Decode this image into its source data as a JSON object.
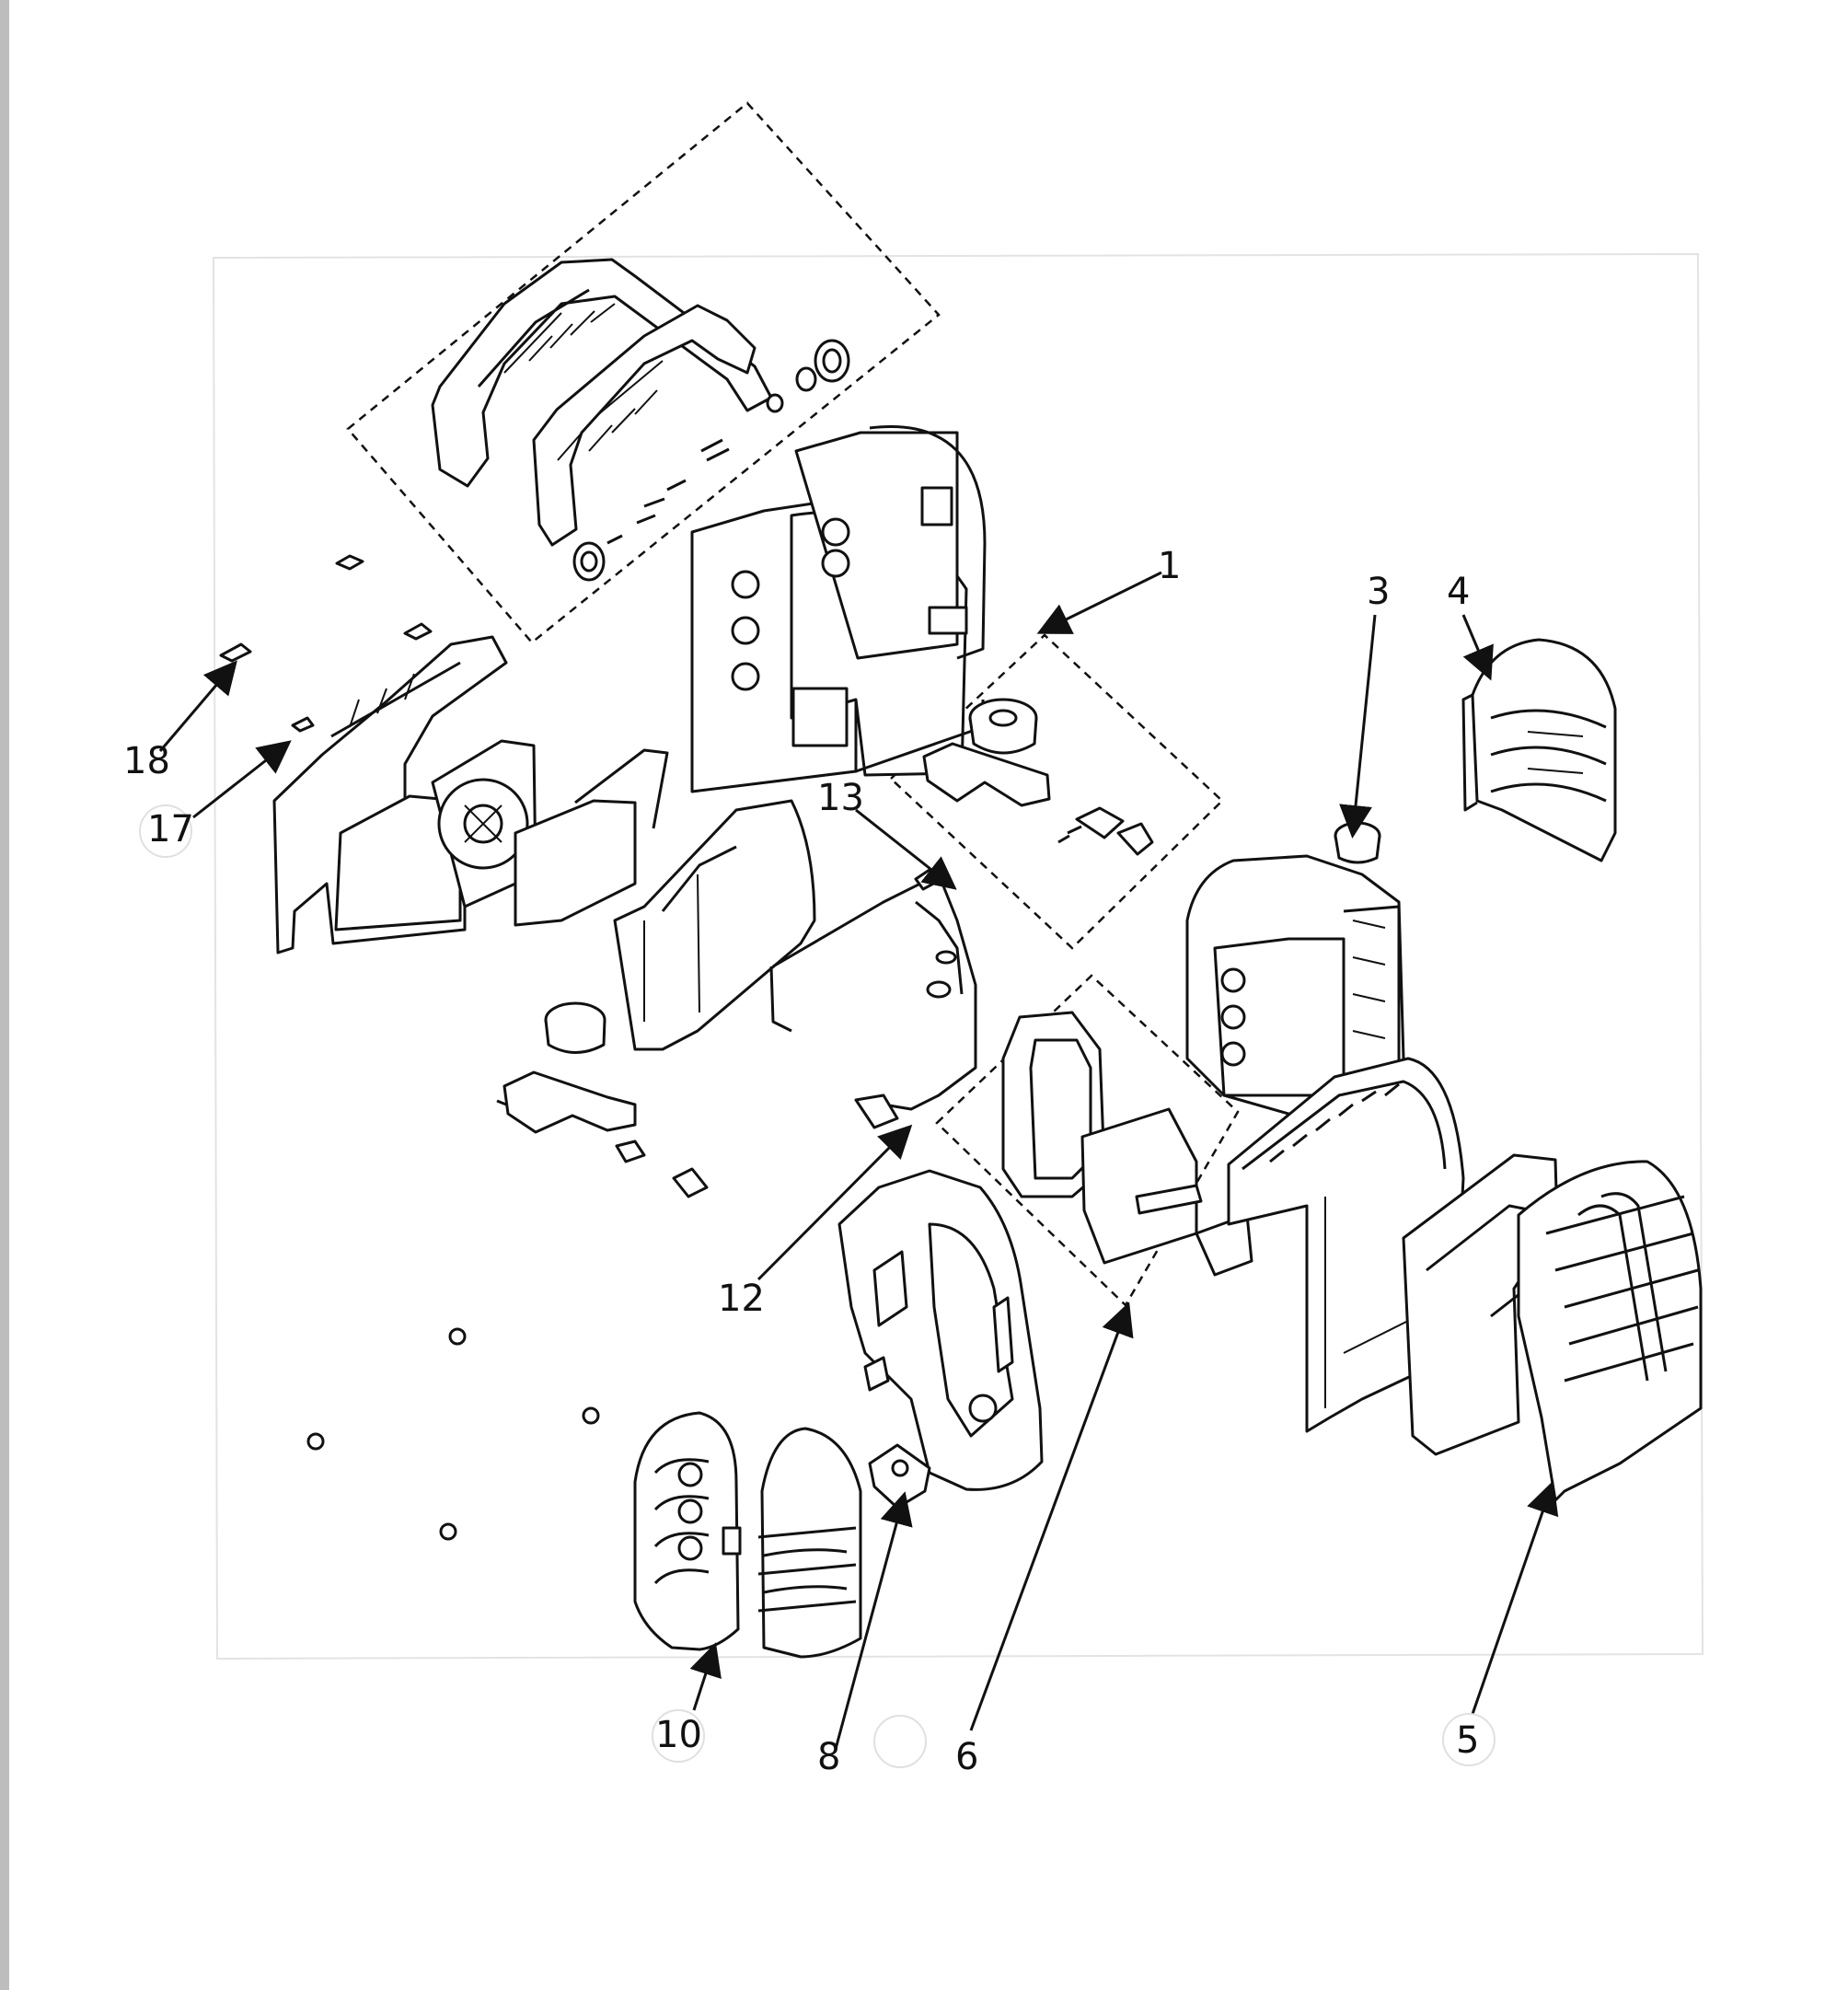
{
  "diagram": {
    "callouts": [
      {
        "label": "1"
      },
      {
        "label": "3"
      },
      {
        "label": "4"
      },
      {
        "label": "5"
      },
      {
        "label": "6"
      },
      {
        "label": "8"
      },
      {
        "label": "10"
      },
      {
        "label": "12"
      },
      {
        "label": "13"
      },
      {
        "label": "17"
      },
      {
        "label": "18"
      }
    ],
    "colors": {
      "line": "#111111",
      "background": "#ffffff",
      "sidebar": "#bdbdbd"
    }
  }
}
